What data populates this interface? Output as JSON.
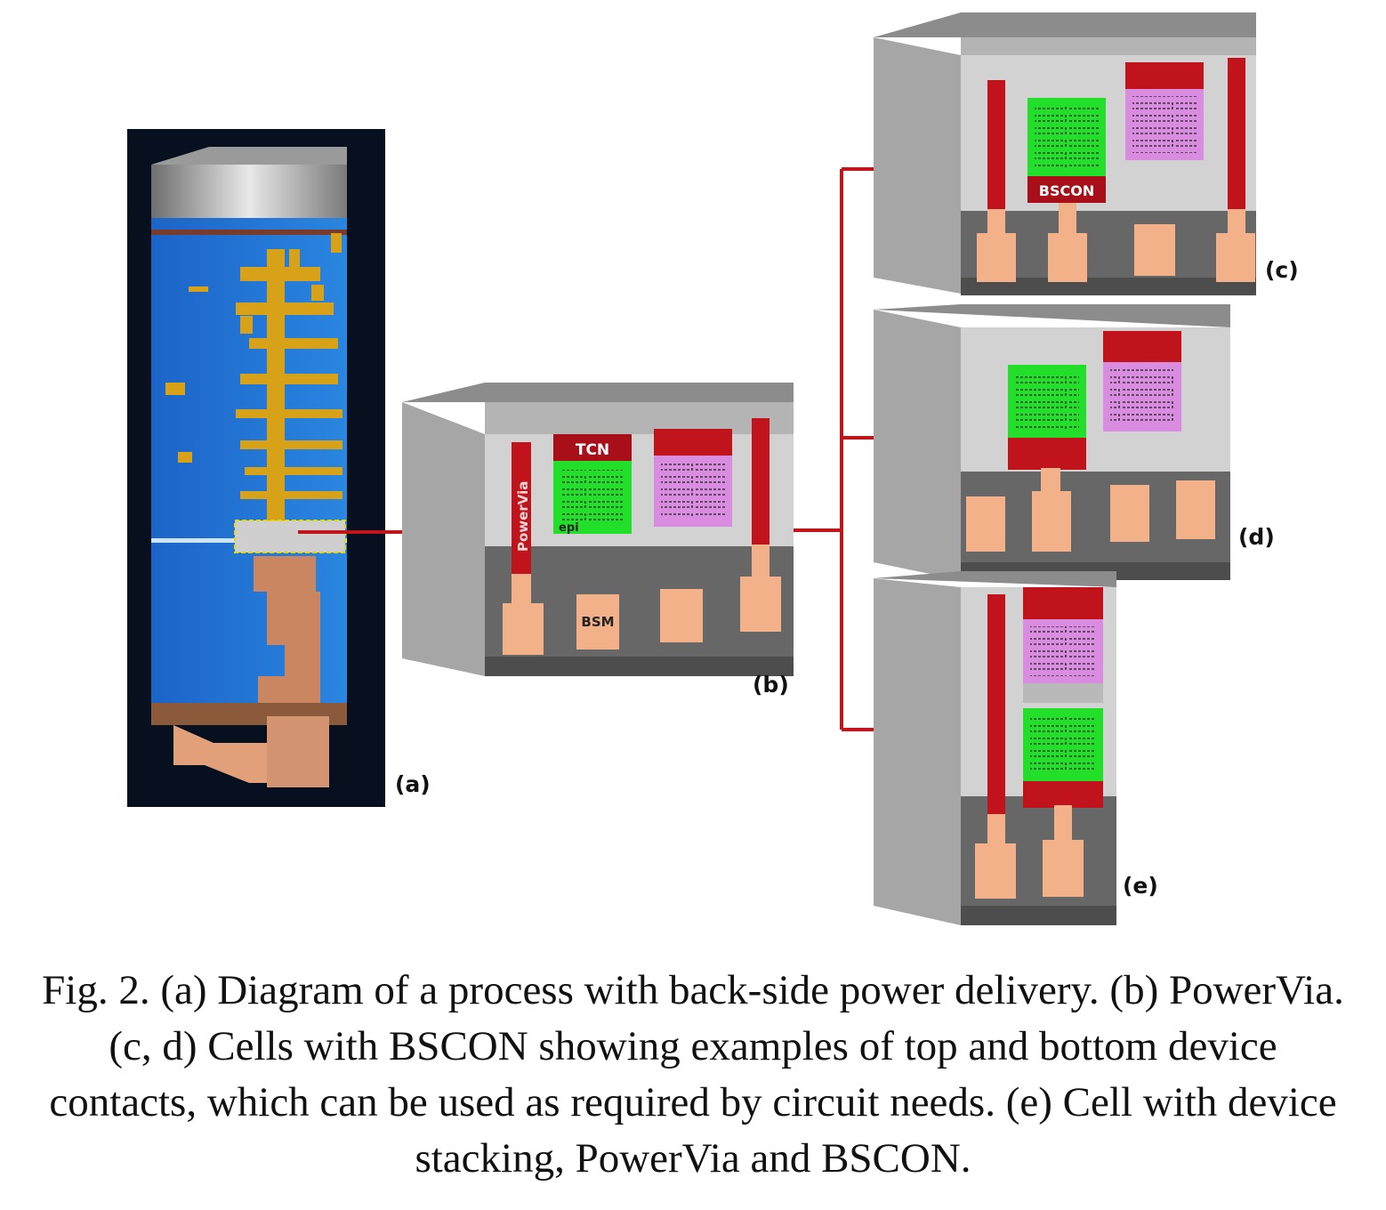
{
  "panel_labels": {
    "a": "(a)",
    "b": "(b)",
    "c": "(c)",
    "d": "(d)",
    "e": "(e)"
  },
  "inner_labels": {
    "tcn": "TCN",
    "powervia": "PowerVia",
    "epi": "epi",
    "bsm": "BSM",
    "bscon": "BSCON"
  },
  "caption": "Fig. 2. (a) Diagram of a process with back-side power delivery. (b) PowerVia. (c, d) Cells with BSCON showing examples of top and bottom device contacts, which can be used as required by circuit needs. (e) Cell with device stacking, PowerVia and BSCON.",
  "colors": {
    "arrow": "#c0161b",
    "contact_red": "#c1131c",
    "epi_green": "#22e02a",
    "pmos_pink": "#d98ce0",
    "copper": "#f2b188",
    "stack_blue": "#1e6fd0",
    "stack_gold": "#d8a218"
  }
}
